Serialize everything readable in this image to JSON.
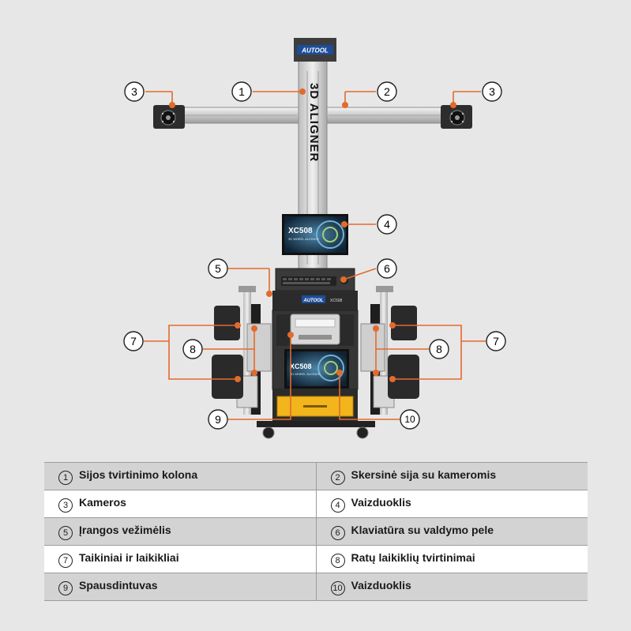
{
  "brand": {
    "top_logo": "AUTOOL",
    "cart_logo": "AUTOOL",
    "cart_model": "XC508",
    "column_text": "3D ALIGNER",
    "screen_title": "XC508",
    "screen_subtitle": "3D WHEEL ALIGNER"
  },
  "colors": {
    "callout_line": "#e46a2c",
    "cabinet": "#3a3a3a",
    "drawer": "#f2b51c",
    "column": "#d9d9d9"
  },
  "callouts": [
    {
      "number": "1"
    },
    {
      "number": "2"
    },
    {
      "number": "3"
    },
    {
      "number": "3"
    },
    {
      "number": "4"
    },
    {
      "number": "5"
    },
    {
      "number": "6"
    },
    {
      "number": "7"
    },
    {
      "number": "7"
    },
    {
      "number": "8"
    },
    {
      "number": "8"
    },
    {
      "number": "9"
    },
    {
      "number": "10"
    }
  ],
  "legend": [
    [
      {
        "number": "1",
        "label": "Sijos tvirtinimo kolona"
      },
      {
        "number": "2",
        "label": "Skersinė sija su kameromis"
      }
    ],
    [
      {
        "number": "3",
        "label": "Kameros"
      },
      {
        "number": "4",
        "label": "Vaizduoklis"
      }
    ],
    [
      {
        "number": "5",
        "label": "Įrangos vežimėlis"
      },
      {
        "number": "6",
        "label": "Klaviatūra su valdymo pele"
      }
    ],
    [
      {
        "number": "7",
        "label": "Taikiniai ir laikikliai"
      },
      {
        "number": "8",
        "label": "Ratų laikiklių tvirtinimai"
      }
    ],
    [
      {
        "number": "9",
        "label": "Spausdintuvas"
      },
      {
        "number": "10",
        "label": "Vaizduoklis"
      }
    ]
  ]
}
